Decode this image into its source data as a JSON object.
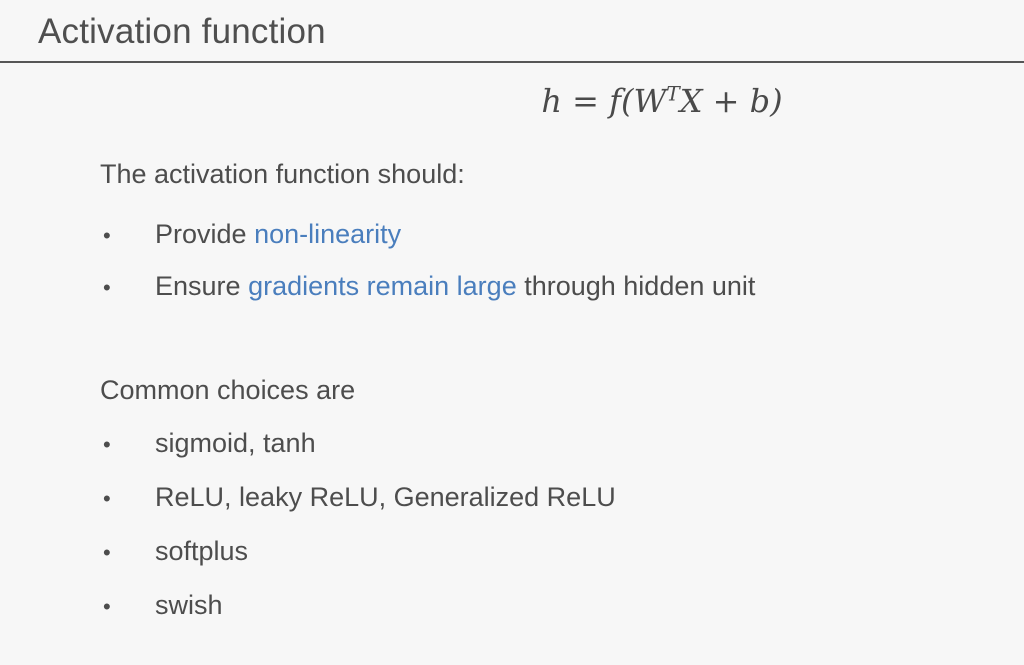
{
  "title": "Activation function",
  "colors": {
    "accent": "#4a7ebd",
    "text": "#4d4d4d",
    "background": "#f7f7f7",
    "divider": "#565656"
  },
  "bullet_glyph": "•",
  "formula": {
    "pre": "h = f(W",
    "sup": "T",
    "post": "X + b)"
  },
  "sections": {
    "should": {
      "intro": "The activation function should:",
      "bullets": [
        {
          "segments": [
            {
              "text": "Provide ",
              "style": "default"
            },
            {
              "text": "non-linearity",
              "style": "accent"
            }
          ]
        },
        {
          "segments": [
            {
              "text": "Ensure ",
              "style": "default"
            },
            {
              "text": "gradients remain large",
              "style": "accent"
            },
            {
              "text": " through hidden unit",
              "style": "default"
            }
          ]
        }
      ]
    },
    "choices": {
      "intro": "Common choices are",
      "bullets": [
        "sigmoid, tanh",
        "ReLU, leaky ReLU, Generalized ReLU",
        "softplus",
        "swish"
      ]
    }
  }
}
